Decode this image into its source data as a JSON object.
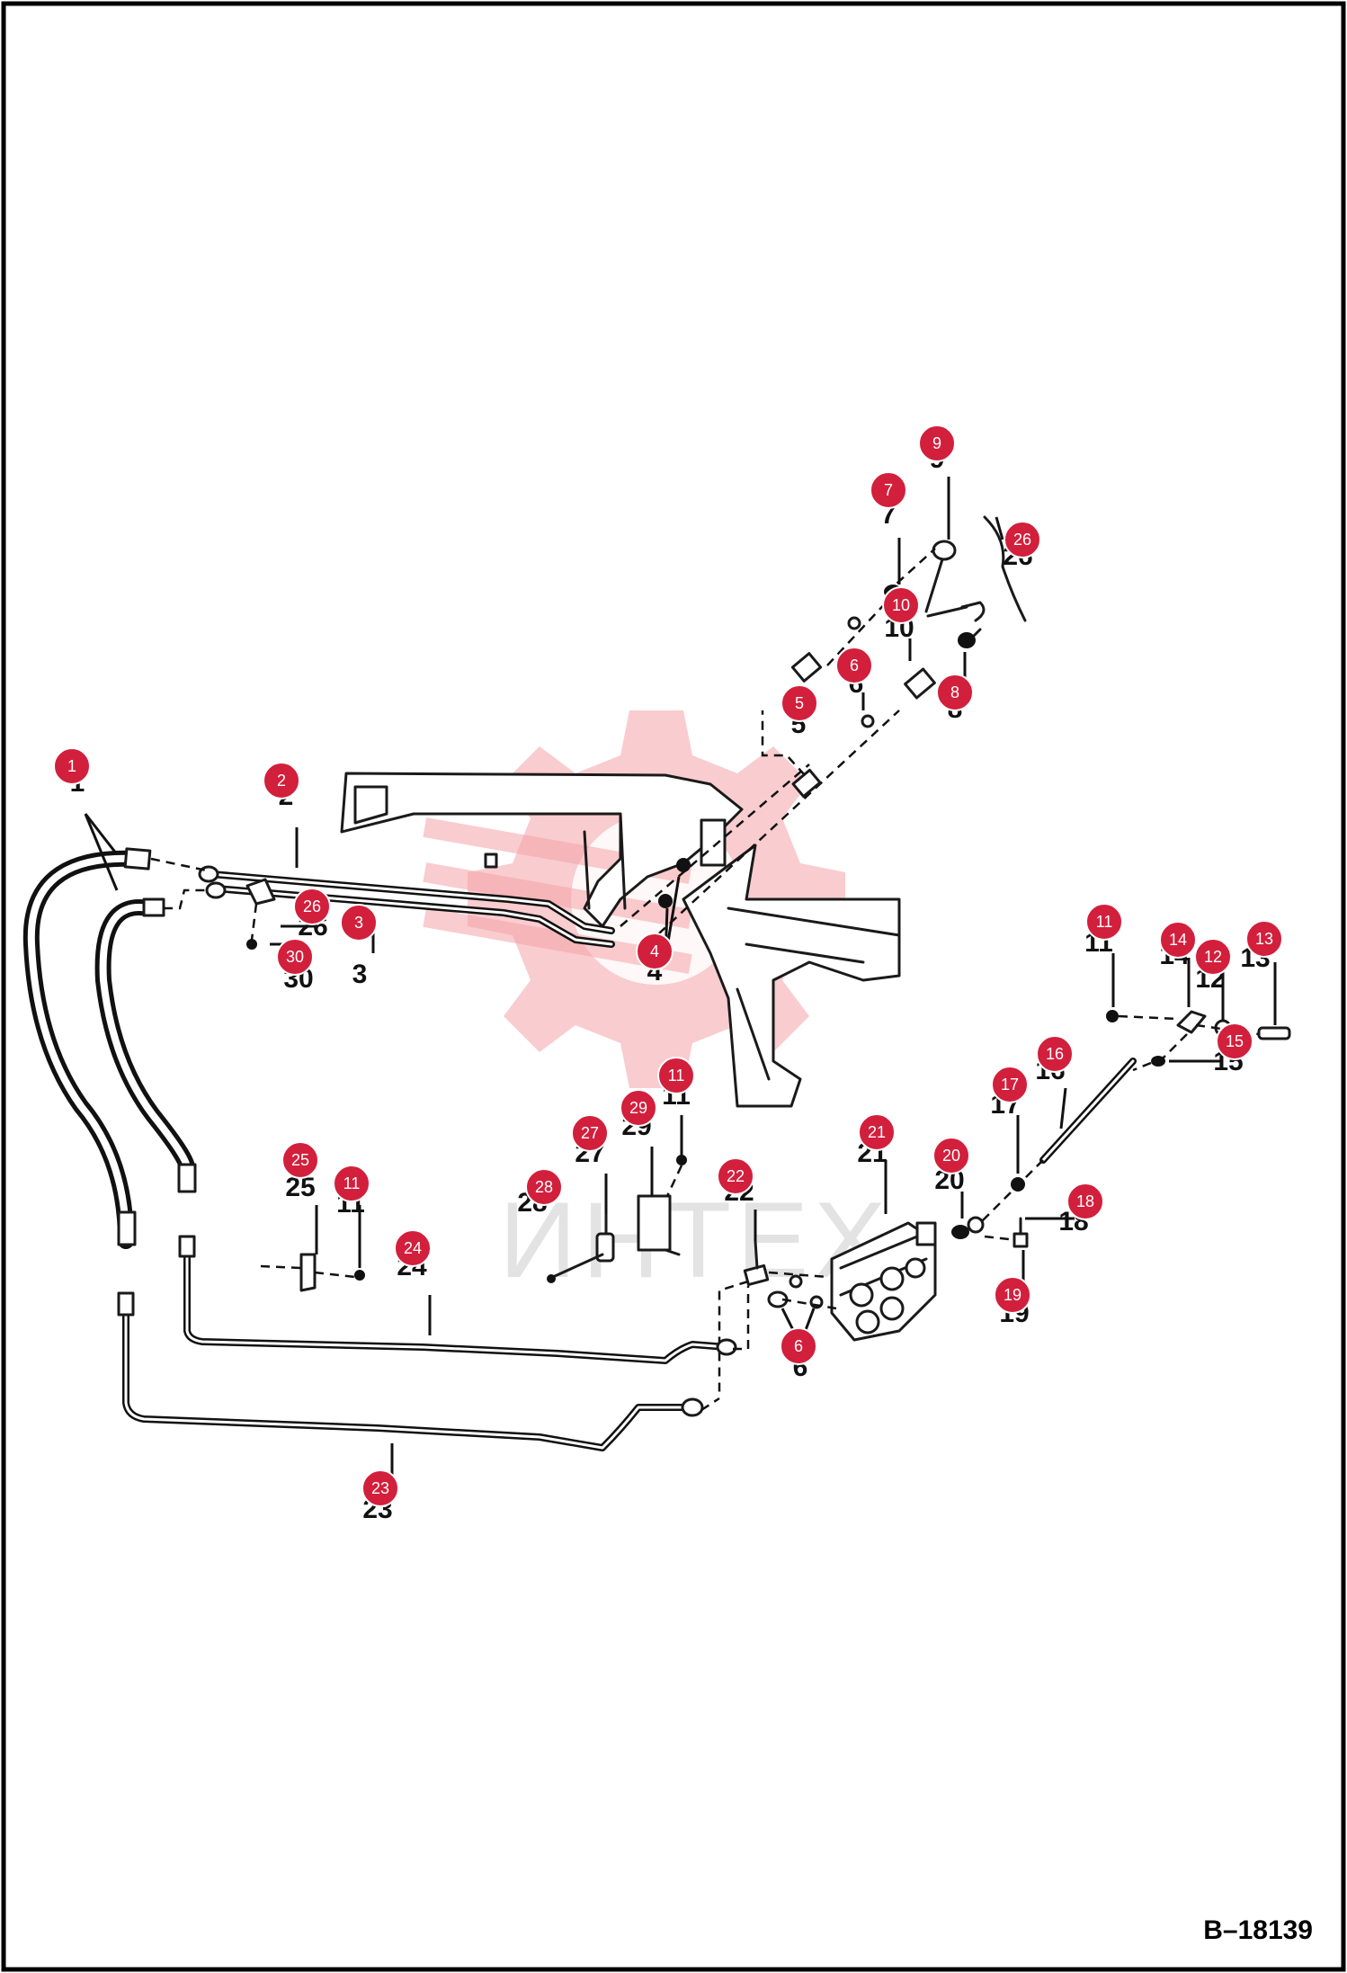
{
  "document": {
    "reference_code": "B–18139",
    "watermark_text": "ИНТЕХ"
  },
  "callouts": [
    {
      "number": "1"
    },
    {
      "number": "2"
    },
    {
      "number": "3"
    },
    {
      "number": "4"
    },
    {
      "number": "5"
    },
    {
      "number": "6"
    },
    {
      "number": "7"
    },
    {
      "number": "8"
    },
    {
      "number": "9"
    },
    {
      "number": "10"
    },
    {
      "number": "11"
    },
    {
      "number": "12"
    },
    {
      "number": "13"
    },
    {
      "number": "14"
    },
    {
      "number": "15"
    },
    {
      "number": "16"
    },
    {
      "number": "17"
    },
    {
      "number": "18"
    },
    {
      "number": "19"
    },
    {
      "number": "20"
    },
    {
      "number": "21"
    },
    {
      "number": "22"
    },
    {
      "number": "23"
    },
    {
      "number": "24"
    },
    {
      "number": "25"
    },
    {
      "number": "26"
    },
    {
      "number": "27"
    },
    {
      "number": "28"
    },
    {
      "number": "29"
    },
    {
      "number": "30"
    }
  ],
  "colors": {
    "badge": "#d21f3c",
    "watermark": "#f4a3a8",
    "line_art": "#111111"
  }
}
